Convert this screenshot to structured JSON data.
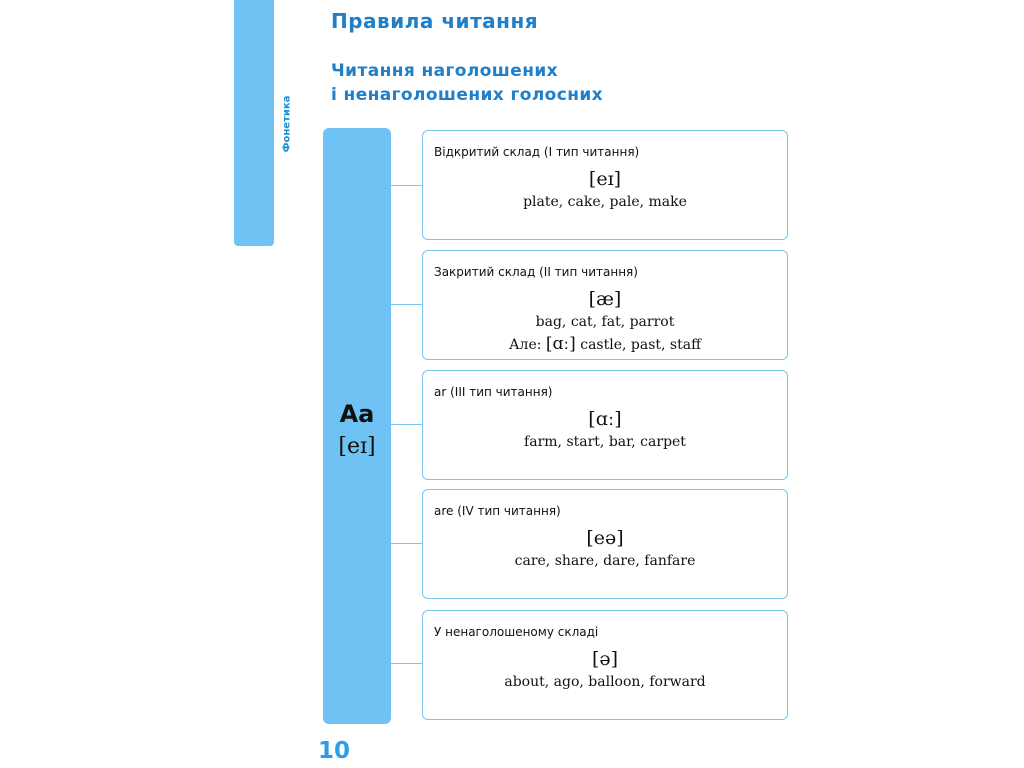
{
  "sidebar": {
    "label": "Фонетика"
  },
  "header": {
    "title": "Правила читання",
    "subtitle_line1": "Читання наголошених",
    "subtitle_line2": "і ненаголошених голосних"
  },
  "letter": {
    "symbol": "Aa",
    "transcription": "[eɪ]"
  },
  "rules": [
    {
      "heading": "Відкритий склад (I тип читання)",
      "phoneme": "[eɪ]",
      "examples": "plate, cake, pale, make"
    },
    {
      "heading": "Закритий склад (II тип читання)",
      "phoneme": "[æ]",
      "examples": "bag, cat, fat, parrot",
      "exception_prefix": "Але:",
      "exception_phoneme": "[ɑː]",
      "exception_words": "castle, past, staff"
    },
    {
      "heading": "ar (III тип читання)",
      "phoneme": "[ɑː]",
      "examples": "farm, start, bar, carpet"
    },
    {
      "heading": "are (IV тип читання)",
      "phoneme": "[eə]",
      "examples": "care, share, dare, fanfare"
    },
    {
      "heading": "У ненаголошеному складі",
      "phoneme": "[ə]",
      "examples": "about, ago, balloon, forward"
    }
  ],
  "footer": {
    "page_number": "10"
  },
  "colors": {
    "accent_blue": "#6ec3f4",
    "title_blue": "#1f7fc9",
    "border_blue": "#7ac7f0"
  }
}
